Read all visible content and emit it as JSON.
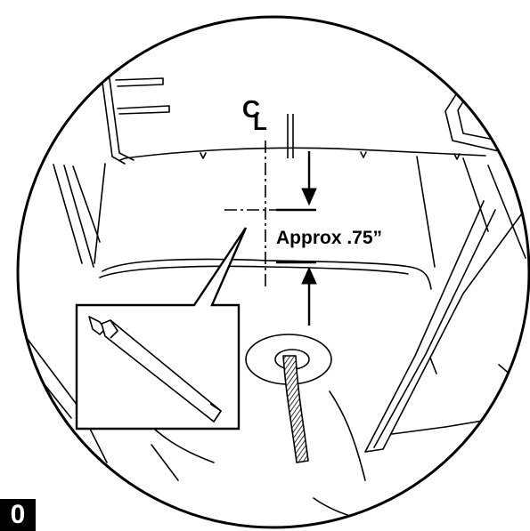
{
  "diagram": {
    "centerline_symbol": "C",
    "centerline_symbol_sub": "L",
    "dimension_label": "Approx .75”",
    "step_number": "0"
  },
  "colors": {
    "ink": "#000000",
    "paper": "#ffffff"
  },
  "icons": [
    "marker-pen-icon",
    "centerline-icon"
  ]
}
